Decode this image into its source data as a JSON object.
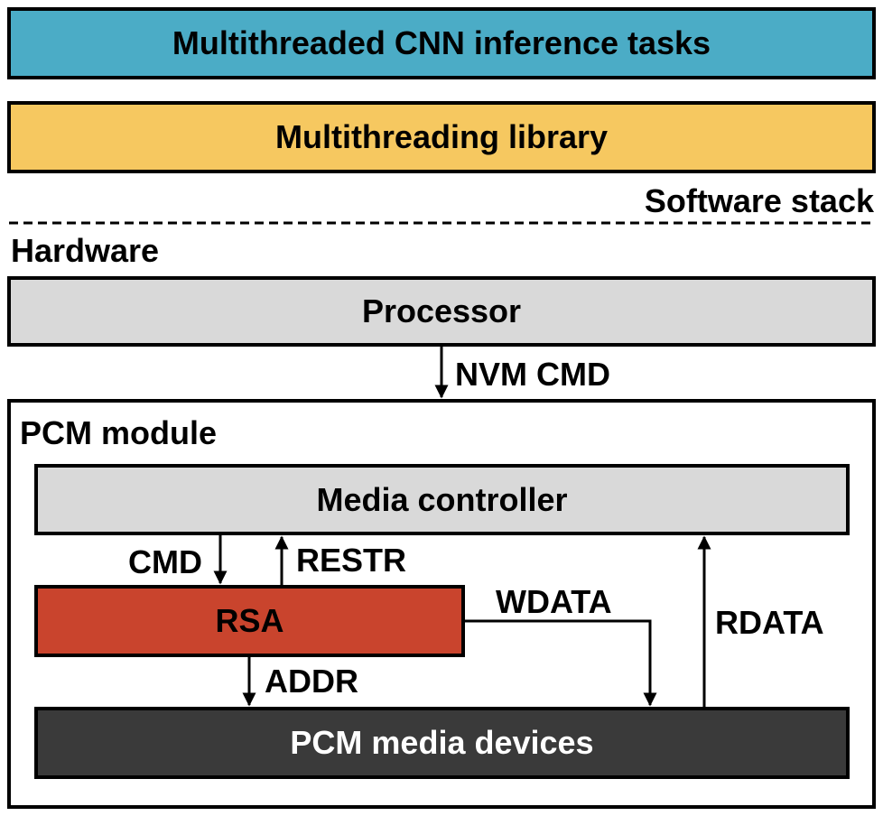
{
  "software": {
    "tasks_label": "Multithreaded CNN inference tasks",
    "library_label": "Multithreading library",
    "stack_label": "Software stack"
  },
  "hardware": {
    "section_label": "Hardware",
    "processor_label": "Processor",
    "nvm_cmd_label": "NVM CMD"
  },
  "pcm_module": {
    "title": "PCM module",
    "media_controller_label": "Media controller",
    "rsa_label": "RSA",
    "pcm_devices_label": "PCM media devices",
    "signals": {
      "cmd": "CMD",
      "restr": "RESTR",
      "wdata": "WDATA",
      "rdata": "RDATA",
      "addr": "ADDR"
    }
  },
  "colors": {
    "tasks_fill": "#4bacc6",
    "library_fill": "#f6c860",
    "processor_fill": "#d9d9d9",
    "controller_fill": "#d9d9d9",
    "rsa_fill": "#c9442d",
    "devices_fill": "#3a3a3a",
    "module_fill": "#ffffff"
  }
}
